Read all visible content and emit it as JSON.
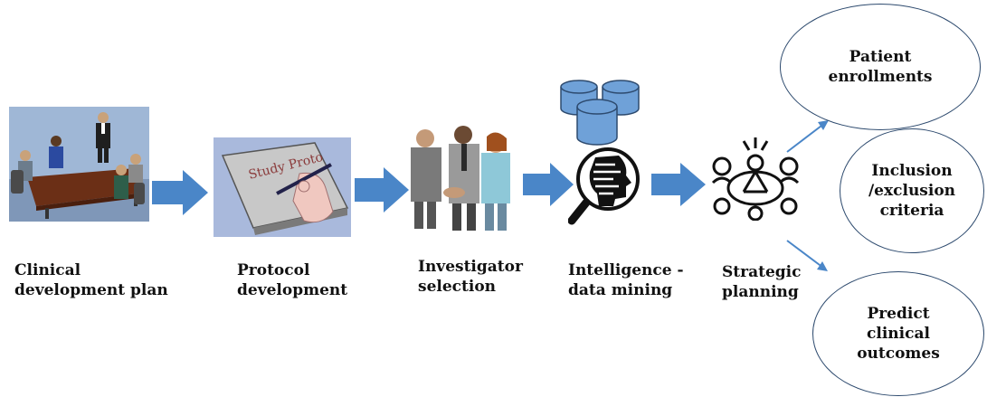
{
  "steps": [
    {
      "label": "Clinical\ndevelopment plan",
      "icon": "meeting-room-icon"
    },
    {
      "label": "Protocol\ndevelopment",
      "icon": "study-protocol-icon",
      "icon_text": "Study Proto"
    },
    {
      "label": "Investigator\nselection",
      "icon": "handshake-icon"
    },
    {
      "label": "Intelligence -\ndata mining",
      "icon": "data-mining-icon"
    },
    {
      "label": "Strategic\nplanning",
      "icon": "team-planning-icon"
    }
  ],
  "outcomes": [
    {
      "label": "Patient\nenrollments"
    },
    {
      "label": "Inclusion\n/exclusion\ncriteria"
    },
    {
      "label": "Predict\nclinical\noutcomes"
    }
  ],
  "colors": {
    "arrow": "#4a86c8",
    "ellipse_border": "#2d4a6e",
    "database": "#6fa1d8",
    "text": "#111111"
  }
}
